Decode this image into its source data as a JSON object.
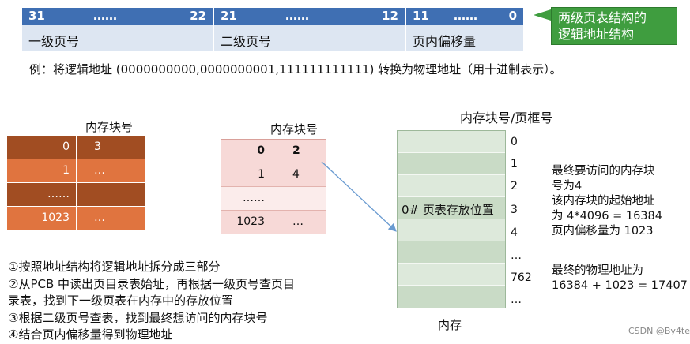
{
  "address_structure": {
    "segments": [
      {
        "left": "31",
        "dots": "……",
        "right": "22",
        "name": "一级页号"
      },
      {
        "left": "21",
        "dots": "……",
        "right": "12",
        "name": "二级页号"
      },
      {
        "left": "11",
        "dots": "……",
        "right": "0",
        "name": "页内偏移量"
      }
    ],
    "callout": "两级页表结构的\n逻辑地址结构"
  },
  "example": "例：将逻辑地址 (0000000000,0000000001,111111111111) 转换为物理地址（用十进制表示）。",
  "first_table": {
    "label": "内存块号",
    "rows": [
      {
        "index": "0",
        "value": "3"
      },
      {
        "index": "1",
        "value": "…"
      },
      {
        "index": "……",
        "value": ""
      },
      {
        "index": "1023",
        "value": "…"
      }
    ]
  },
  "second_table": {
    "label": "内存块号",
    "rows": [
      {
        "index": "0",
        "value": "2"
      },
      {
        "index": "1",
        "value": "4"
      },
      {
        "index": "……",
        "value": ""
      },
      {
        "index": "1023",
        "value": "…"
      }
    ]
  },
  "memory": {
    "label": "内存块号/页框号",
    "page_table_note": "0# 页表存放位置",
    "frame_numbers": [
      "0",
      "1",
      "2",
      "3",
      "4",
      "…",
      "762",
      "…"
    ],
    "bottom_label": "内存"
  },
  "right_notes": {
    "block": "最终要访问的内存块\n号为4\n该内存块的起始地址\n为 4*4096 = 16384\n页内偏移量为 1023",
    "result": "最终的物理地址为\n16384 + 1023 = 17407"
  },
  "steps": [
    "①按照地址结构将逻辑地址拆分成三部分",
    "②从PCB 中读出页目录表始址，再根据一级页号查页目",
    "录表，找到下一级页表在内存中的存放位置",
    "③根据二级页号查表，找到最终想访问的内存块号",
    "④结合页内偏移量得到物理地址"
  ],
  "watermark": "CSDN @By4te",
  "colors": {
    "header_blue": "#3f6fb3",
    "callout_green": "#3f9d3f",
    "first_table_dark": "#a14d22",
    "first_table_orange": "#e0743f",
    "second_table_pink": "#f7d9d7",
    "memory_green": "#c9dbc6"
  }
}
